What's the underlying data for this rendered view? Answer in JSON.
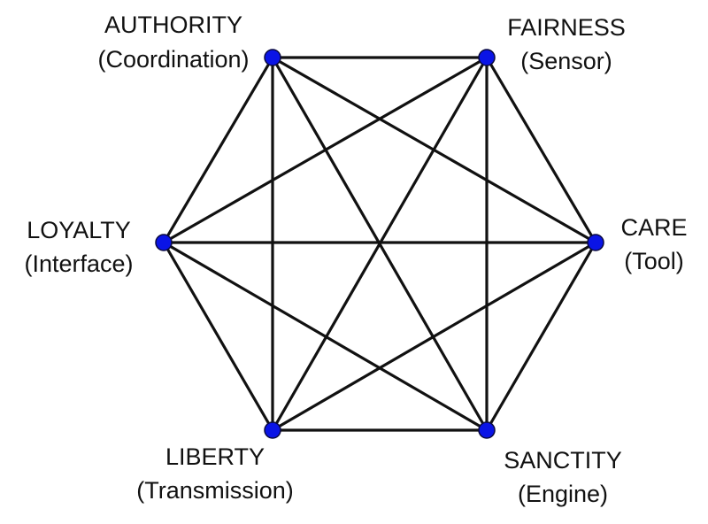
{
  "colors": {
    "edge": "#111111",
    "node": "#0a14e6",
    "text": "#111111",
    "background": "#ffffff"
  },
  "nodes": [
    {
      "id": "authority",
      "name": "AUTHORITY",
      "role": "(Coordination)"
    },
    {
      "id": "fairness",
      "name": "FAIRNESS",
      "role": "(Sensor)"
    },
    {
      "id": "loyalty",
      "name": "LOYALTY",
      "role": "(Interface)"
    },
    {
      "id": "care",
      "name": "CARE",
      "role": "(Tool)"
    },
    {
      "id": "liberty",
      "name": "LIBERTY",
      "role": "(Transmission)"
    },
    {
      "id": "sanctity",
      "name": "SANCTITY",
      "role": "(Engine)"
    }
  ],
  "edges": [
    [
      "authority",
      "fairness"
    ],
    [
      "authority",
      "loyalty"
    ],
    [
      "authority",
      "care"
    ],
    [
      "authority",
      "liberty"
    ],
    [
      "authority",
      "sanctity"
    ],
    [
      "fairness",
      "loyalty"
    ],
    [
      "fairness",
      "care"
    ],
    [
      "fairness",
      "liberty"
    ],
    [
      "fairness",
      "sanctity"
    ],
    [
      "loyalty",
      "care"
    ],
    [
      "loyalty",
      "liberty"
    ],
    [
      "loyalty",
      "sanctity"
    ],
    [
      "care",
      "liberty"
    ],
    [
      "care",
      "sanctity"
    ],
    [
      "liberty",
      "sanctity"
    ]
  ]
}
